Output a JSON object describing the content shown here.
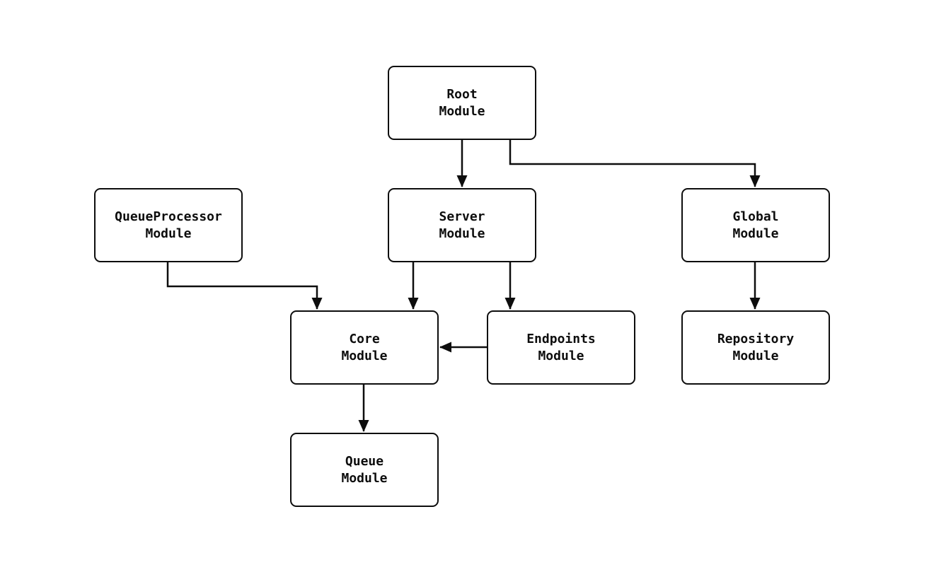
{
  "diagram": {
    "type": "module-dependency-graph",
    "nodes": [
      {
        "id": "root",
        "label": "Root\nModule"
      },
      {
        "id": "server",
        "label": "Server\nModule"
      },
      {
        "id": "global",
        "label": "Global\nModule"
      },
      {
        "id": "queueprocessor",
        "label": "QueueProcessor\nModule"
      },
      {
        "id": "core",
        "label": "Core\nModule"
      },
      {
        "id": "endpoints",
        "label": "Endpoints\nModule"
      },
      {
        "id": "repository",
        "label": "Repository\nModule"
      },
      {
        "id": "queue",
        "label": "Queue\nModule"
      }
    ],
    "edges": [
      {
        "from": "root",
        "to": "server"
      },
      {
        "from": "root",
        "to": "global"
      },
      {
        "from": "queueprocessor",
        "to": "core"
      },
      {
        "from": "server",
        "to": "core"
      },
      {
        "from": "server",
        "to": "endpoints"
      },
      {
        "from": "endpoints",
        "to": "core"
      },
      {
        "from": "global",
        "to": "repository"
      },
      {
        "from": "core",
        "to": "queue"
      }
    ],
    "colors": {
      "node_fill": "#ffffff",
      "node_border": "#0d0d0d",
      "edge": "#0d0d0d",
      "background": "#ffffff"
    }
  }
}
